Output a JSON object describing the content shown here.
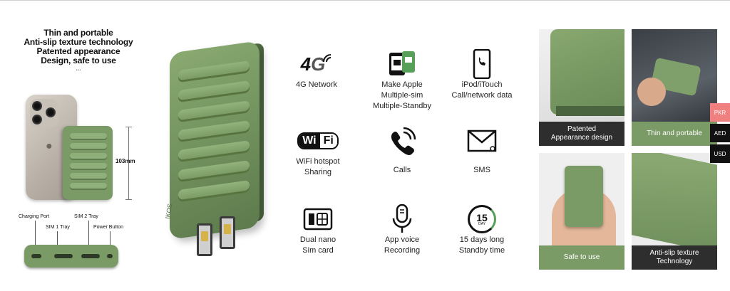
{
  "headline": {
    "line1": "Thin and portable",
    "line2": "Anti-slip texture technology",
    "line3": "Patented appearance",
    "line4": "Design, safe to use",
    "dots": "..."
  },
  "product_brand": "IKOS",
  "dimension_label": "103mm",
  "ports": {
    "charging_port": "Charging Port",
    "sim1_tray": "SIM 1 Tray",
    "sim2_tray": "SIM 2 Tray",
    "power_button": "Power Button"
  },
  "features": [
    {
      "icon": "4g-icon",
      "label_lines": [
        "4G Network"
      ]
    },
    {
      "icon": "multi-sim-icon",
      "label_lines": [
        "Make Apple",
        "Multiple-sim",
        "Multiple-Standby"
      ]
    },
    {
      "icon": "smartphone-call-icon",
      "label_lines": [
        "iPod/iTouch",
        "Call/network data"
      ]
    },
    {
      "icon": "wifi-icon",
      "label_lines": [
        "WiFi hotspot",
        "Sharing"
      ]
    },
    {
      "icon": "phone-calls-icon",
      "label_lines": [
        "Calls"
      ]
    },
    {
      "icon": "envelope-icon",
      "label_lines": [
        "SMS"
      ]
    },
    {
      "icon": "sim-card-icon",
      "label_lines": [
        "Dual nano",
        "Sim card"
      ]
    },
    {
      "icon": "microphone-icon",
      "label_lines": [
        "App voice",
        "Recording"
      ]
    },
    {
      "icon": "15-day-icon",
      "label_lines": [
        "15 days long",
        "Standby time"
      ]
    }
  ],
  "icon_text": {
    "fourg_main": "4",
    "fourg_g": "G",
    "wifi_wi": "Wi",
    "wifi_fi": "Fi",
    "days_number": "15",
    "days_unit": "DAY"
  },
  "tiles": [
    {
      "caption_lines": [
        "Patented",
        "Appearance design"
      ]
    },
    {
      "caption_lines": [
        "Thin and portable"
      ]
    },
    {
      "caption_lines": [
        "Safe to use"
      ]
    },
    {
      "caption_lines": [
        "Anti-slip texture",
        "Technology"
      ]
    }
  ],
  "currency": [
    "PKR",
    "AED",
    "USD"
  ],
  "colors": {
    "product_green": "#7a9a66",
    "caption_dark": "#2e2e2e",
    "currency_active": "#f08080",
    "currency_inactive": "#111111"
  }
}
